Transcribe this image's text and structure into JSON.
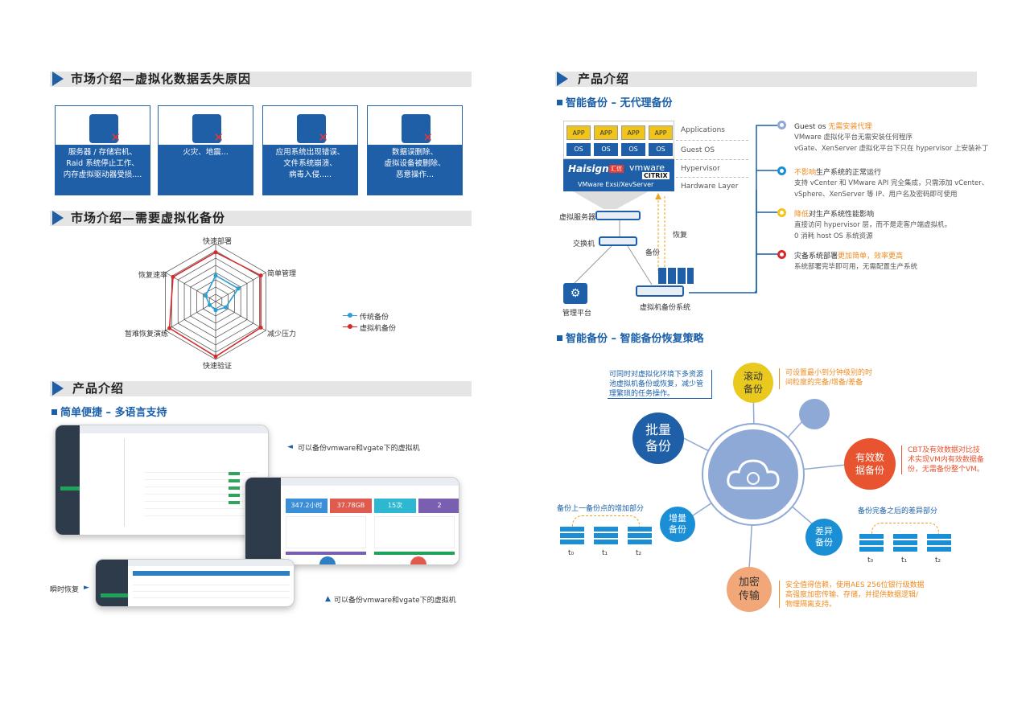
{
  "left": {
    "section1_title": "市场介绍—虚拟化数据丢失原因",
    "cards": [
      {
        "icon": "server-icon",
        "lines": [
          "服务器 / 存储宕机、",
          "Raid 系统停止工作、",
          "内存虚拟驱动器受损...."
        ]
      },
      {
        "icon": "lightning-cloud-icon",
        "lines": [
          "火灾、地震..."
        ]
      },
      {
        "icon": "virus-icon",
        "lines": [
          "应用系统出现错误、",
          "文件系统崩溃、",
          "病毒入侵....."
        ]
      },
      {
        "icon": "data-grid-icon",
        "lines": [
          "数据误删除、",
          "虚拟设备被删除、",
          "恶意操作..."
        ]
      }
    ],
    "section2_title": "市场介绍—需要虚拟化备份",
    "radar": {
      "axes": [
        "快速部署",
        "简单管理",
        "减少压力",
        "快速验证",
        "暂难恢复演练",
        "恢复速率"
      ],
      "series": [
        {
          "name": "传统备份",
          "color": "#2a9fd6",
          "values": [
            0.45,
            0.45,
            0.2,
            0.15,
            0.12,
            0.2
          ]
        },
        {
          "name": "虚拟机备份",
          "color": "#d62a2a",
          "values": [
            0.85,
            0.9,
            0.9,
            0.95,
            0.92,
            0.85
          ]
        }
      ]
    },
    "section3_title": "产品介绍",
    "sub_title": "简单便捷 – 多语言支持",
    "note_top": "可以备份vmware和vgate下的虚拟机",
    "note_bottom": "可以备份vmware和vgate下的虚拟机",
    "instant_restore": "瞬时恢复",
    "dash_tiles": [
      {
        "value": "347.2小时",
        "color": "#3b8ed8"
      },
      {
        "value": "37.78GB",
        "color": "#e05a4d"
      },
      {
        "value": "15次",
        "color": "#2db7d1"
      },
      {
        "value": "2",
        "color": "#7a5fb0"
      }
    ]
  },
  "right": {
    "section_title": "产品介绍",
    "sub1": "智能备份 – 无代理备份",
    "arch": {
      "app": "APP",
      "os": "OS",
      "layers": [
        "Applications",
        "Guest  OS",
        "Hypervisor",
        "Hardware  Layer"
      ],
      "brand_left": "Haisign",
      "brand_badge": "汇信",
      "brand_right": "vmware",
      "brand_citrix": "CITRIX",
      "virt_text": "VMware  Exsi/XevServer",
      "virtual_server": "虚拟服务器",
      "switch": "交换机",
      "restore": "恢复",
      "backup": "备份",
      "mgmt": "管理平台",
      "backup_system": "虚拟机备份系统"
    },
    "features": [
      {
        "color": "#8fa9d6",
        "title_plain": "Guest os ",
        "title_hl": "无需安装代理",
        "title_rest": "",
        "lines": [
          "VMware 虚拟化平台无需安装任何程序",
          "vGate、XenServer 虚拟化平台下只在 hypervisor 上安装补丁"
        ]
      },
      {
        "color": "#1a8fd6",
        "title_plain": "",
        "title_hl": "不影响",
        "title_rest": "生产系统的正常运行",
        "lines": [
          "支持 vCenter 和 VMware API 完全集成，只需添加 vCenter、",
          "vSphere、XenServer 等 IP、用户名及密码即可使用"
        ]
      },
      {
        "color": "#f0c419",
        "title_plain": "",
        "title_hl": "降低",
        "title_rest": "对生产系统性能影响",
        "lines": [
          "直接访问 hypervisor 层，而不是走客户端虚拟机，",
          "0 消耗 host OS 系统资源"
        ]
      },
      {
        "color": "#d62a2a",
        "title_plain": "灾备系统部署",
        "title_hl": "更加简单，效率更高",
        "title_rest": "",
        "lines": [
          "系统部署完毕即可用，无需配置生产系统"
        ]
      }
    ],
    "sub2": "智能备份 – 智能备份恢复策略",
    "strategy": {
      "center_icon": "cloud-sync-icon",
      "batch": [
        "批量",
        "备份"
      ],
      "batch_note": [
        "可同时对虚拟化环境下多资源",
        "池虚拟机备份或恢复，减少管",
        "理繁琐的任务操作。"
      ],
      "rolling": [
        "滚动",
        "备份"
      ],
      "rolling_note": [
        "可设置最小到分钟级别的时",
        "间粒度的完备/增备/差备"
      ],
      "effective": [
        "有效数",
        "据备份"
      ],
      "effective_note": [
        "CBT及有效数据对比技",
        "术实现VM内有效数据备",
        "份，无需备份整个VM。"
      ],
      "incremental": [
        "增量",
        "备份"
      ],
      "incremental_note": "备份上一备份点的增加部分",
      "differential": [
        "差异",
        "备份"
      ],
      "differential_note": "备份完备之后的差异部分",
      "encrypt": [
        "加密",
        "传输"
      ],
      "encrypt_note": [
        "安全值得信赖，使用AES 256位银行级数据",
        "高强度加密传输、存储，并提供数据逻辑/",
        "物理隔离支持。"
      ],
      "t_labels": [
        "t₀",
        "t₁",
        "t₂"
      ]
    }
  }
}
